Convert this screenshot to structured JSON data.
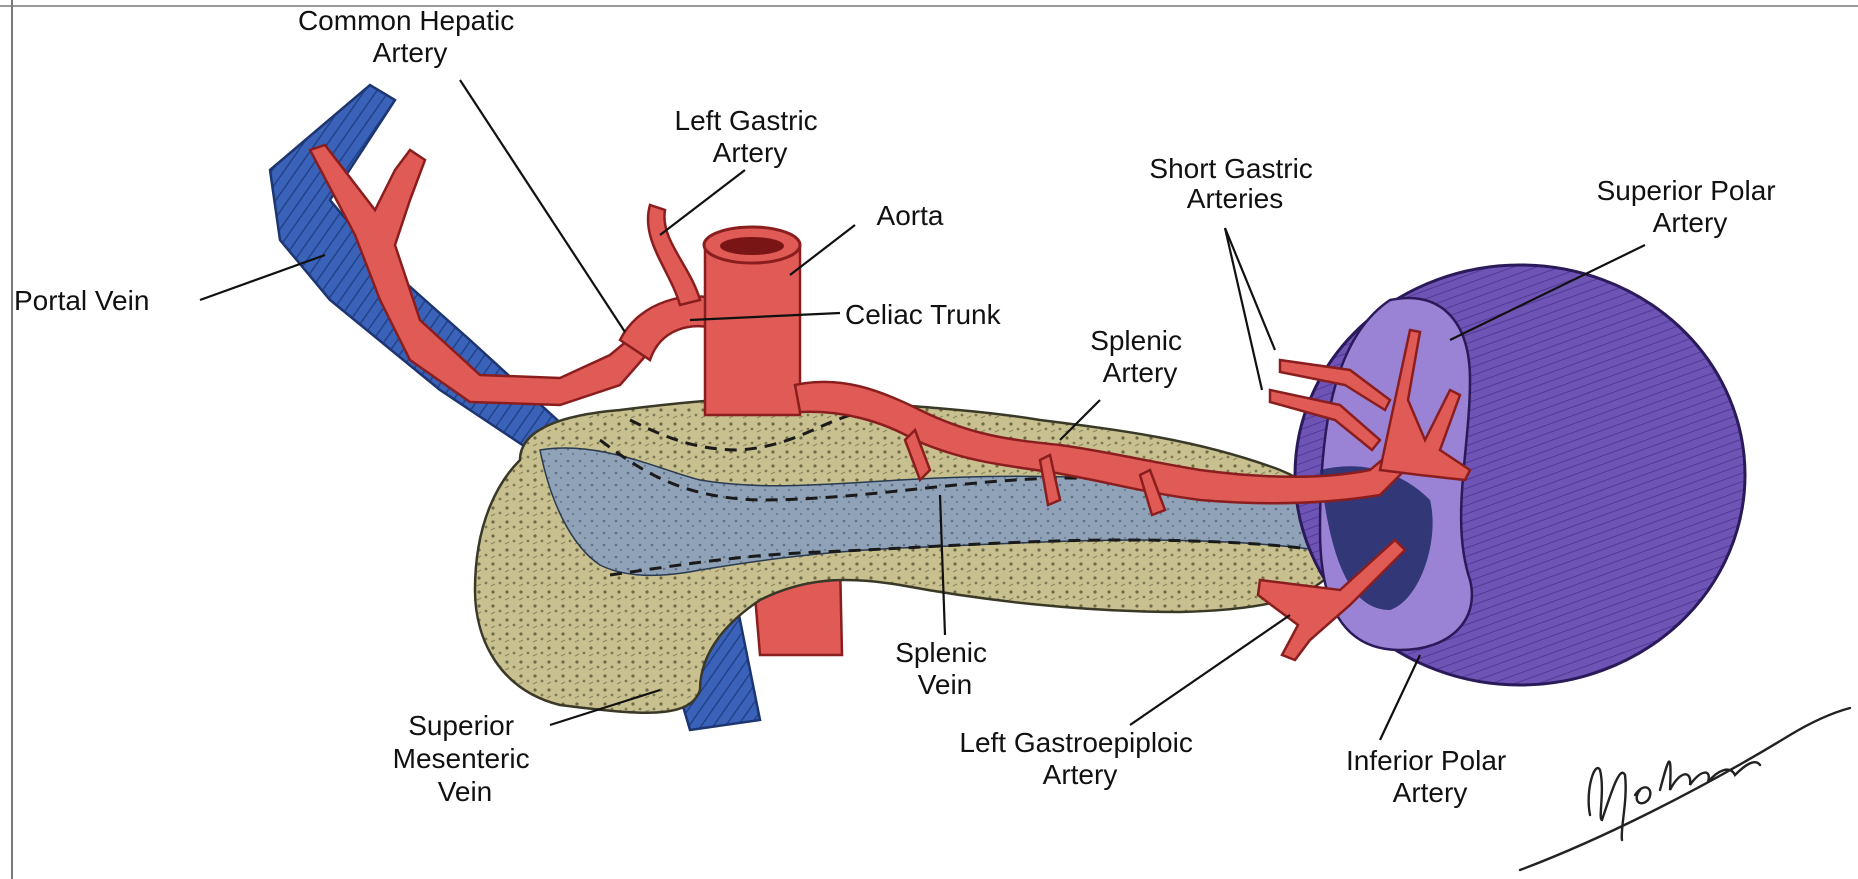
{
  "diagram": {
    "colors": {
      "artery": "#e05a56",
      "artery_dark": "#b83230",
      "portal_vein": "#3a62b8",
      "pancreas": "#c8c08e",
      "splenic_vein_region": "#8fa2b8",
      "spleen": "#6e54b4",
      "spleen_light": "#9a82d4"
    },
    "labels": {
      "common_hepatic_artery": [
        "Common Hepatic",
        "Artery"
      ],
      "left_gastric_artery": [
        "Left Gastric",
        "Artery"
      ],
      "aorta": [
        "Aorta"
      ],
      "short_gastric_arteries": [
        "Short Gastric",
        "Arteries"
      ],
      "superior_polar_artery": [
        "Superior Polar",
        "Artery"
      ],
      "portal_vein": [
        "Portal Vein"
      ],
      "celiac_trunk": [
        "Celiac Trunk"
      ],
      "splenic_artery": [
        "Splenic",
        "Artery"
      ],
      "splenic_vein": [
        "Splenic",
        "Vein"
      ],
      "superior_mesenteric_vein": [
        "Superior",
        "Mesenteric",
        "Vein"
      ],
      "left_gastroepiploic_artery": [
        "Left Gastroepiploic",
        "Artery"
      ],
      "inferior_polar_artery": [
        "Inferior Polar",
        "Artery"
      ]
    },
    "signature": "Molmenti"
  }
}
